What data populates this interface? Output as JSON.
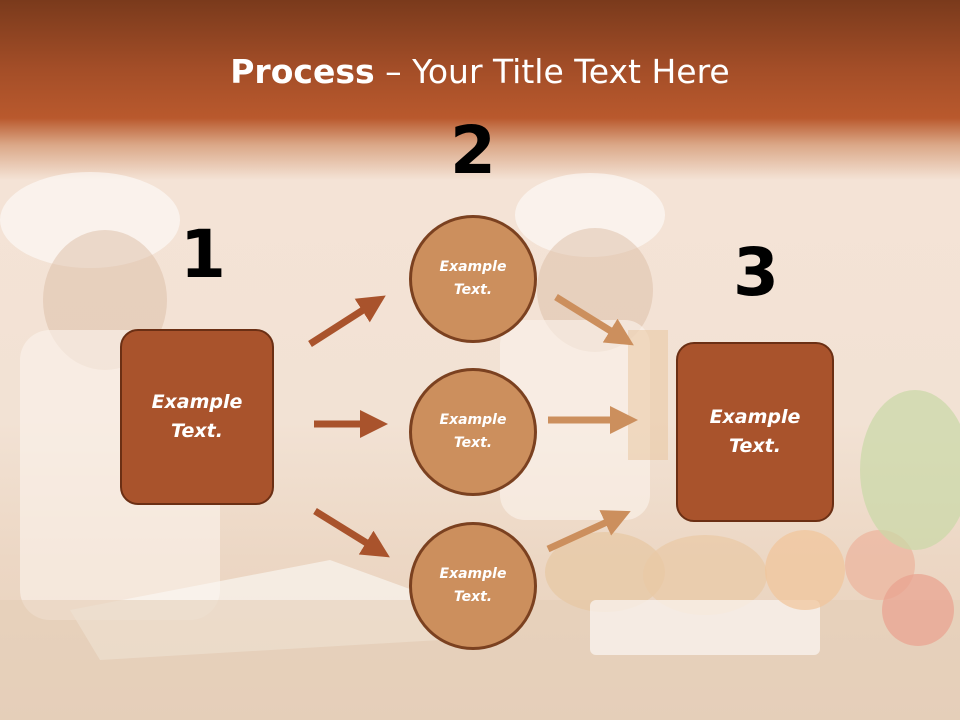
{
  "title": {
    "bold": "Process",
    "rest": " – Your Title Text Here"
  },
  "steps": [
    {
      "number": "1",
      "text": "Example Text."
    },
    {
      "number": "2"
    },
    {
      "number": "3",
      "text": "Example Text."
    }
  ],
  "circles": [
    {
      "text": "Example Text."
    },
    {
      "text": "Example Text."
    },
    {
      "text": "Example Text."
    }
  ],
  "colors": {
    "box": "#a9532c",
    "circle": "#cc8f5d",
    "arrow_dark": "#a9532c",
    "arrow_light": "#cc8f5d",
    "header": "#a44e28"
  }
}
